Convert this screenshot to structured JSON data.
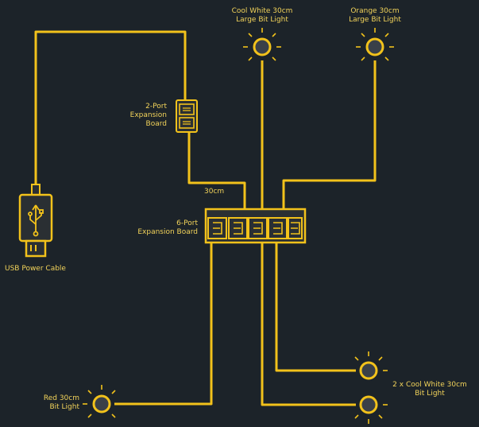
{
  "labels": {
    "cool_white_top": [
      "Cool White 30cm",
      "Large Bit Light"
    ],
    "orange_top": [
      "Orange 30cm",
      "Large Bit Light"
    ],
    "two_port": [
      "2-Port",
      "Expansion",
      "Board"
    ],
    "six_port": [
      "6-Port",
      "Expansion Board"
    ],
    "usb": "USB Power Cable",
    "cable_length": "30cm",
    "red_light": [
      "Red 30cm",
      "Bit Light"
    ],
    "cool_white_pair": [
      "2 x Cool White 30cm",
      "Bit Light"
    ]
  },
  "colors": {
    "background": "#1c2329",
    "wire": "#f2c21b",
    "board_fill": "#2a2f33",
    "light_fill": "#3a4048"
  }
}
